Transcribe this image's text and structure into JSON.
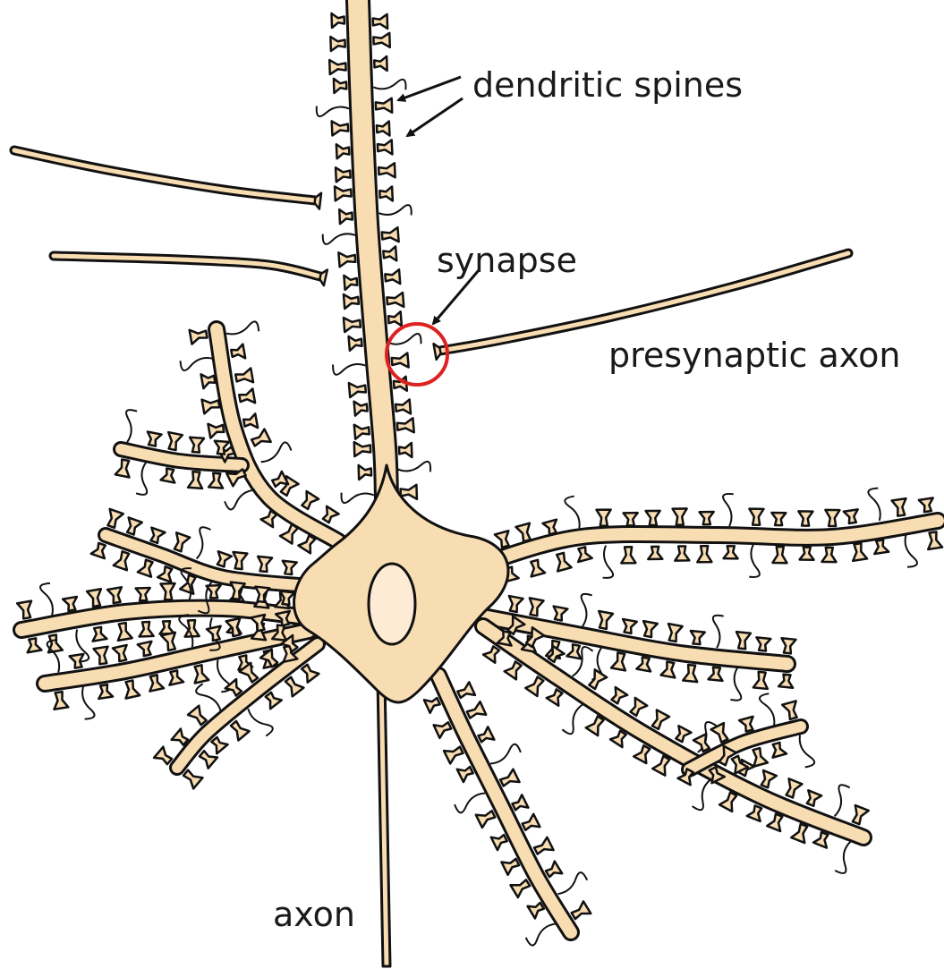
{
  "labels": {
    "dendritic_spines": "dendritic spines",
    "synapse": "synapse",
    "presynaptic_axon": "presynaptic axon",
    "axon": "axon"
  },
  "colors": {
    "cell_fill": "#f8dcb2",
    "outline": "#111111",
    "nucleus_fill": "#fdebd6",
    "synapse_circle": "#dd2222",
    "text": "#1a1a1a"
  }
}
